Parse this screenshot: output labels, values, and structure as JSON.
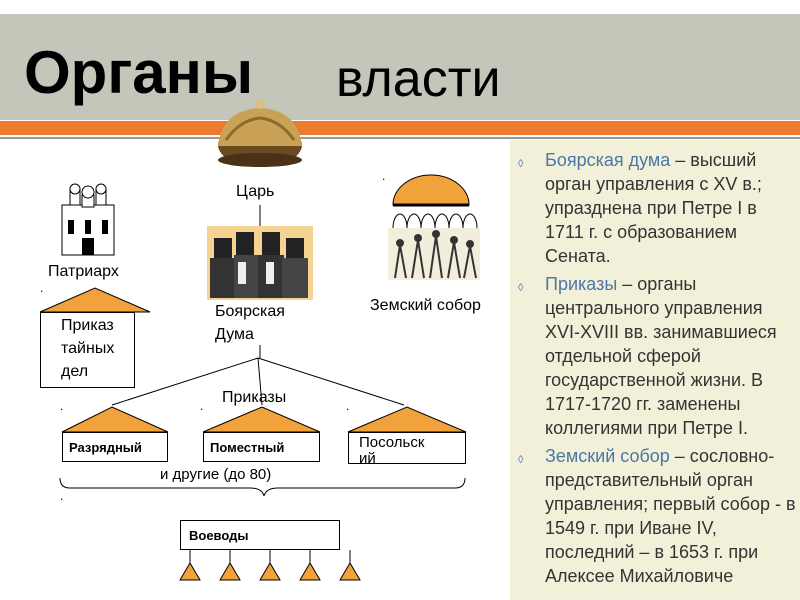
{
  "title": {
    "bold": "Органы",
    "light": "власти"
  },
  "diagram": {
    "tsar": "Царь",
    "patriarch": "Патриарх",
    "boyar_duma_line1": "Боярская",
    "boyar_duma_line2": "Дума",
    "zemsky_sobor": "Земский собор",
    "secret_office": [
      "Приказ",
      "тайных",
      "дел"
    ],
    "prikazy_label": "Приказы",
    "prikaz_boxes": [
      "Разрядный",
      "Поместный",
      "Посольск",
      "ий"
    ],
    "others": "и другие (до 80)",
    "voevody": "Воеводы",
    "dot": "."
  },
  "notes": {
    "bullet1": {
      "term": "Боярская дума",
      "text": " – высший орган управления с XV в.; упразднена при Петре I в 1711 г. с образованием Сената."
    },
    "bullet2": {
      "term": "Приказы",
      "text": " – органы центрального управления XVI-XVIII вв. занимавшиеся отдельной сферой государственной жизни. В 1717-1720 гг. заменены коллегиями при Петре I."
    },
    "bullet3": {
      "term": "Земский собор",
      "text": " – сословно-представительный орган управления; первый собор - в 1549 г. при Иване IV, последний – в 1653 г. при Алексее Михайловиче"
    }
  },
  "colors": {
    "title_band": "#c3c6b9",
    "accent_orange": "#ec7b2e",
    "roof_orange": "#f2a23a",
    "term_blue": "#4a77a8",
    "panel": "#f3f0d9"
  },
  "icons": [
    "crown-icon",
    "cathedral-icon",
    "boyars-illustration",
    "assembly-illustration",
    "bullet-marker-icon"
  ]
}
